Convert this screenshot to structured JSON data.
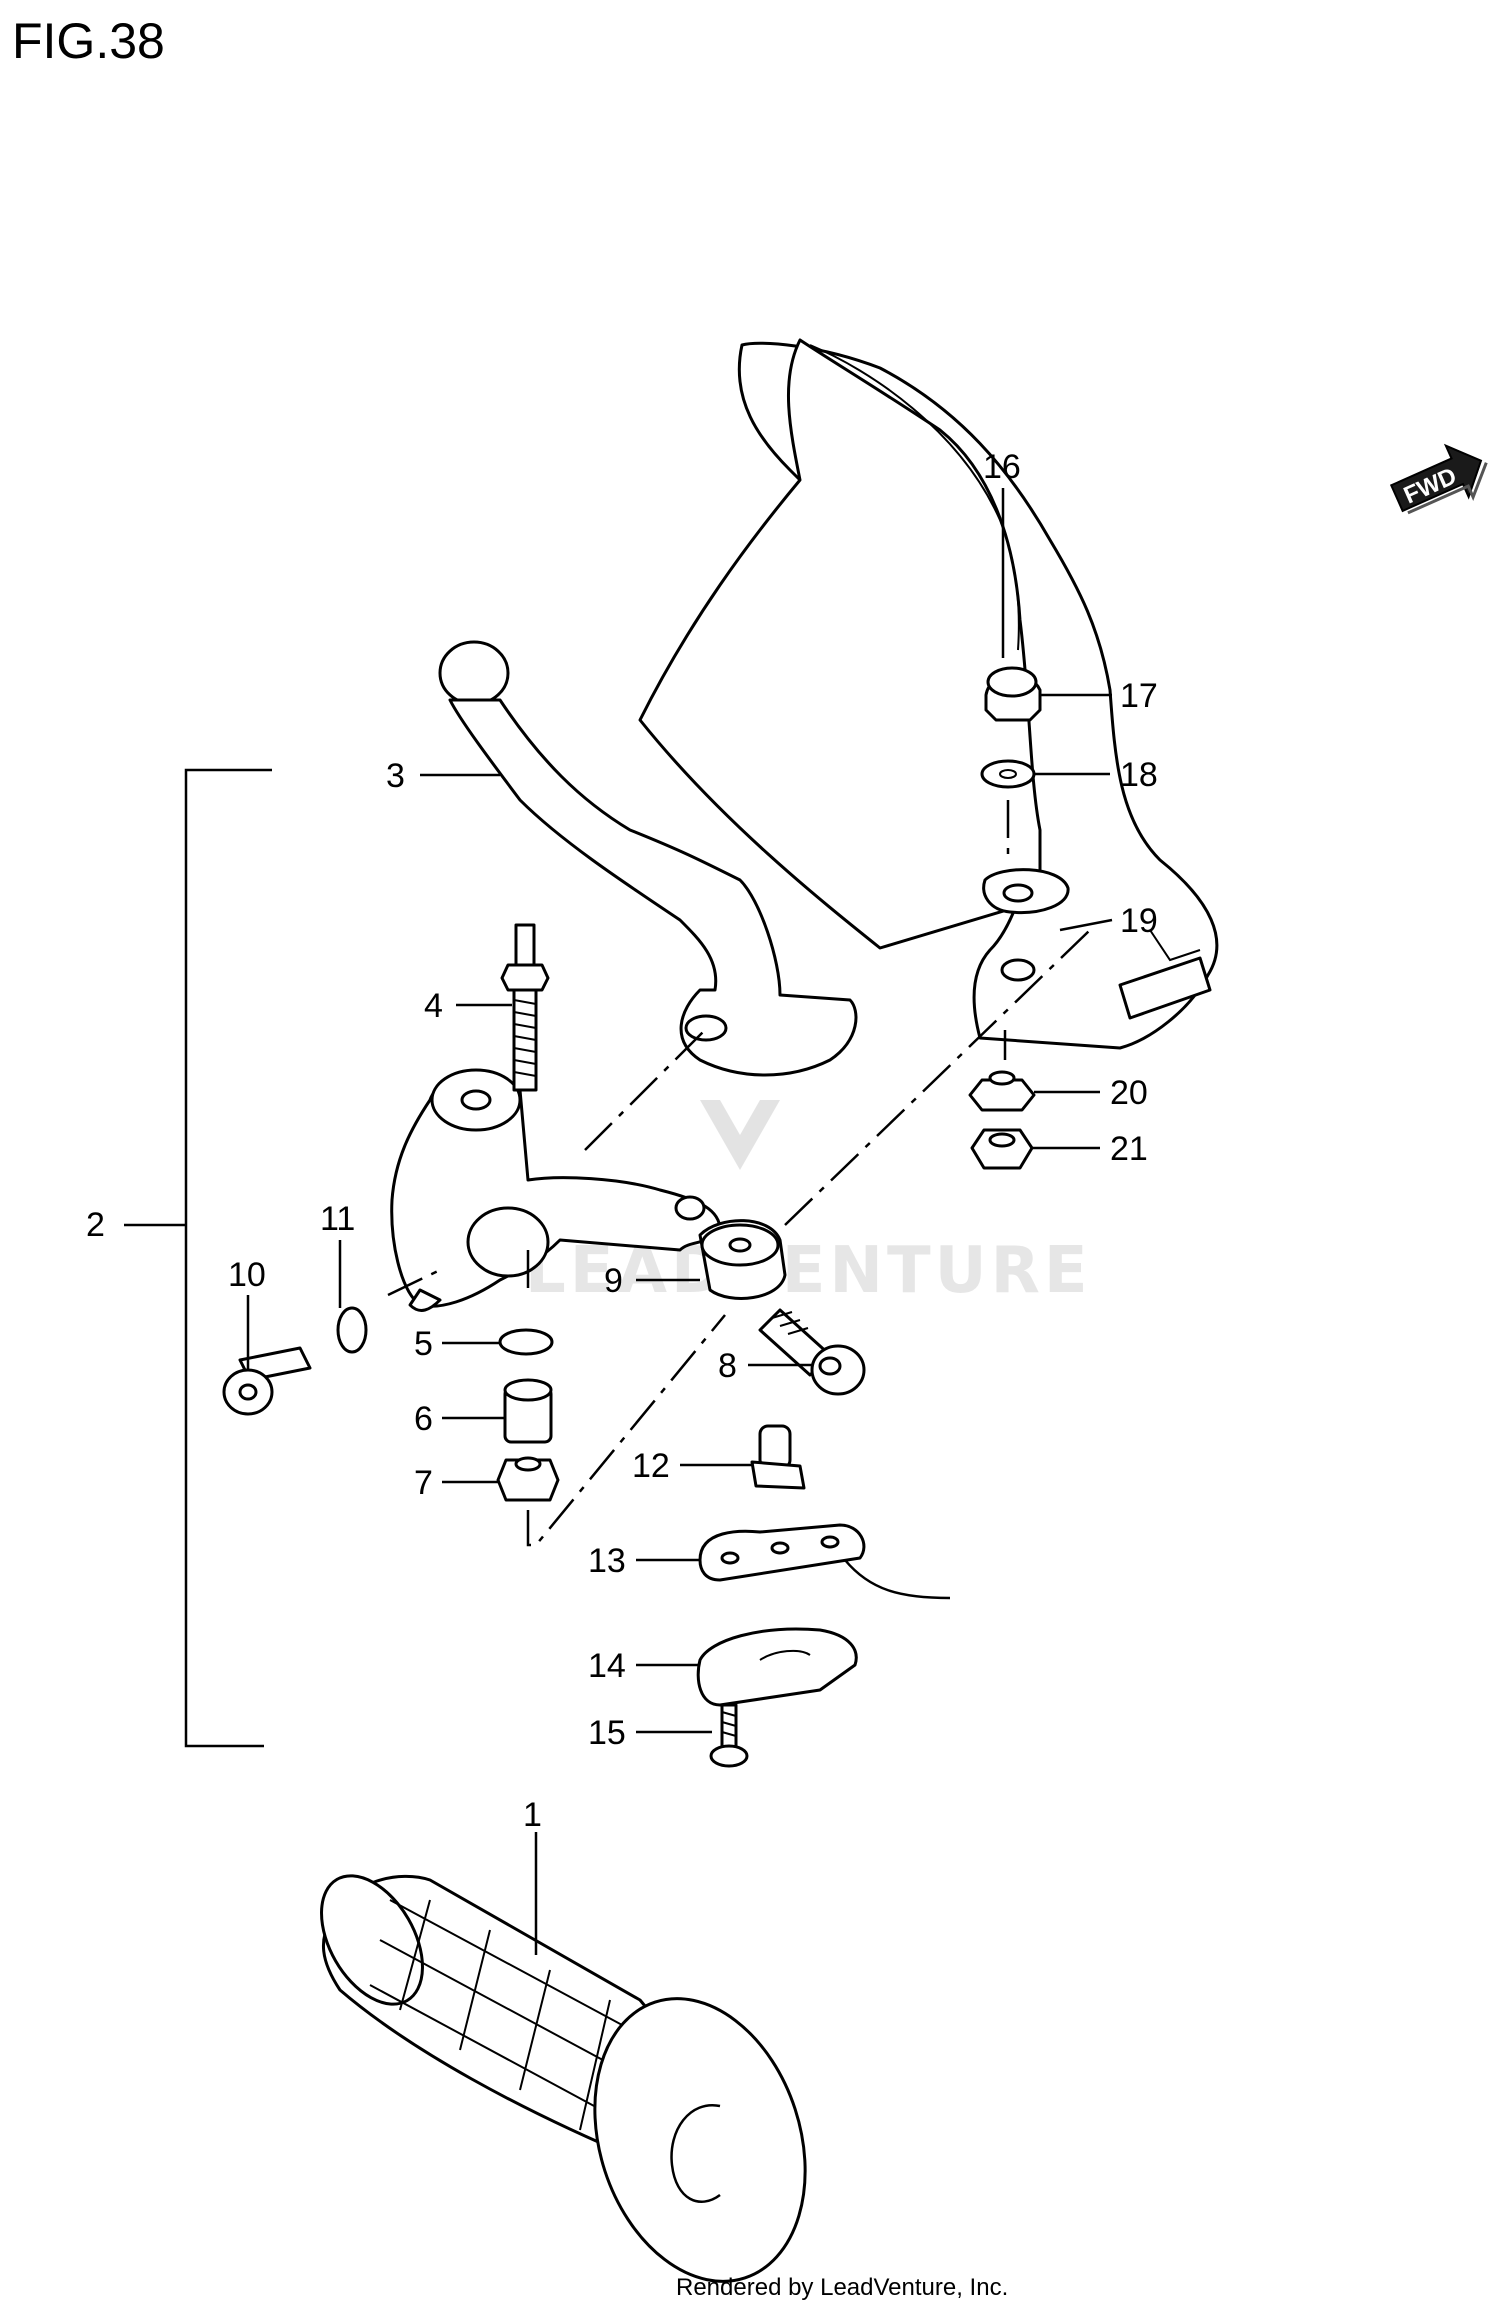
{
  "figure": {
    "title": "FIG.38"
  },
  "direction_badge": {
    "text": "FWD",
    "icon": "forward-arrow-icon"
  },
  "watermark": {
    "text": "LEADVENTURE"
  },
  "credit": {
    "text": "Rendered by LeadVenture, Inc."
  },
  "callouts": [
    "1",
    "2",
    "3",
    "4",
    "5",
    "6",
    "7",
    "8",
    "9",
    "10",
    "11",
    "12",
    "13",
    "14",
    "15",
    "16",
    "17",
    "18",
    "19",
    "20",
    "21"
  ]
}
